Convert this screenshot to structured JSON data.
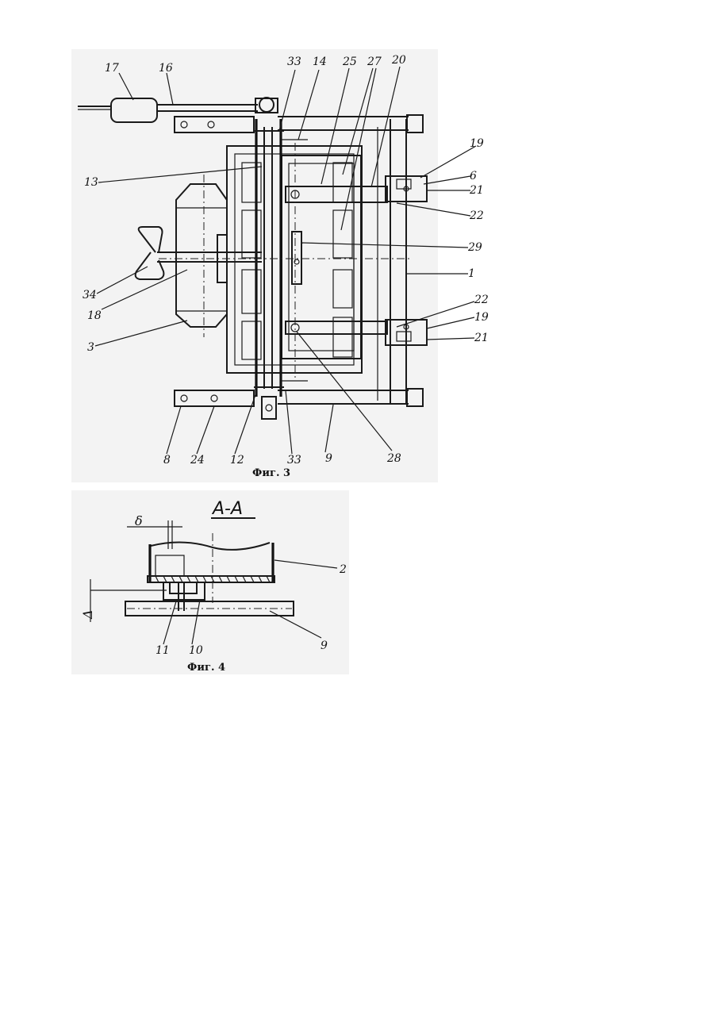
{
  "figures": [
    {
      "caption": "Фиг. 3",
      "labels": {
        "l17": "17",
        "l16": "16",
        "l33a": "33",
        "l14": "14",
        "l25": "25",
        "l27": "27",
        "l20": "20",
        "l19a": "19",
        "l6": "6",
        "l21a": "21",
        "l22a": "22",
        "l13": "13",
        "l29": "29",
        "l1": "1",
        "l34": "34",
        "l18": "18",
        "l3": "3",
        "l22b": "22",
        "l19b": "19",
        "l21b": "21",
        "l8": "8",
        "l24": "24",
        "l12": "12",
        "l33b": "33",
        "l9": "9",
        "l28": "28"
      }
    },
    {
      "caption": "Фиг. 4",
      "section_title": "А-А",
      "symbols": {
        "delta_small": "δ",
        "delta_big": "Δ"
      },
      "labels": {
        "l2": "2",
        "l9": "9",
        "l11": "11",
        "l10": "10"
      }
    }
  ]
}
